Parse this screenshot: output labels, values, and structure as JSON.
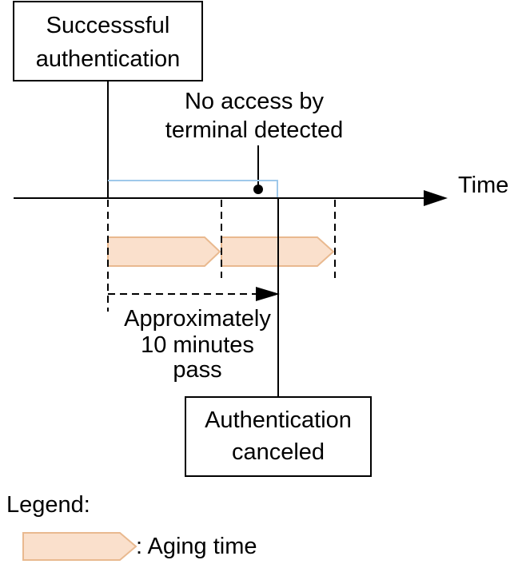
{
  "boxes": {
    "start": {
      "lines": [
        "Successsful",
        "authentication"
      ]
    },
    "end": {
      "lines": [
        "Authentication",
        "canceled"
      ]
    }
  },
  "annotations": {
    "no_access": {
      "lines": [
        "No access by",
        "terminal detected"
      ]
    },
    "elapsed": {
      "lines": [
        "Approximately",
        "10 minutes",
        "pass"
      ]
    }
  },
  "axis": {
    "label": "Time"
  },
  "legend": {
    "title": "Legend:",
    "aging_label": ": Aging time"
  },
  "colors": {
    "aging_fill": "#fae0cc",
    "aging_stroke": "#e9b98f",
    "access_line": "#9fc8ea",
    "line": "#000000"
  }
}
